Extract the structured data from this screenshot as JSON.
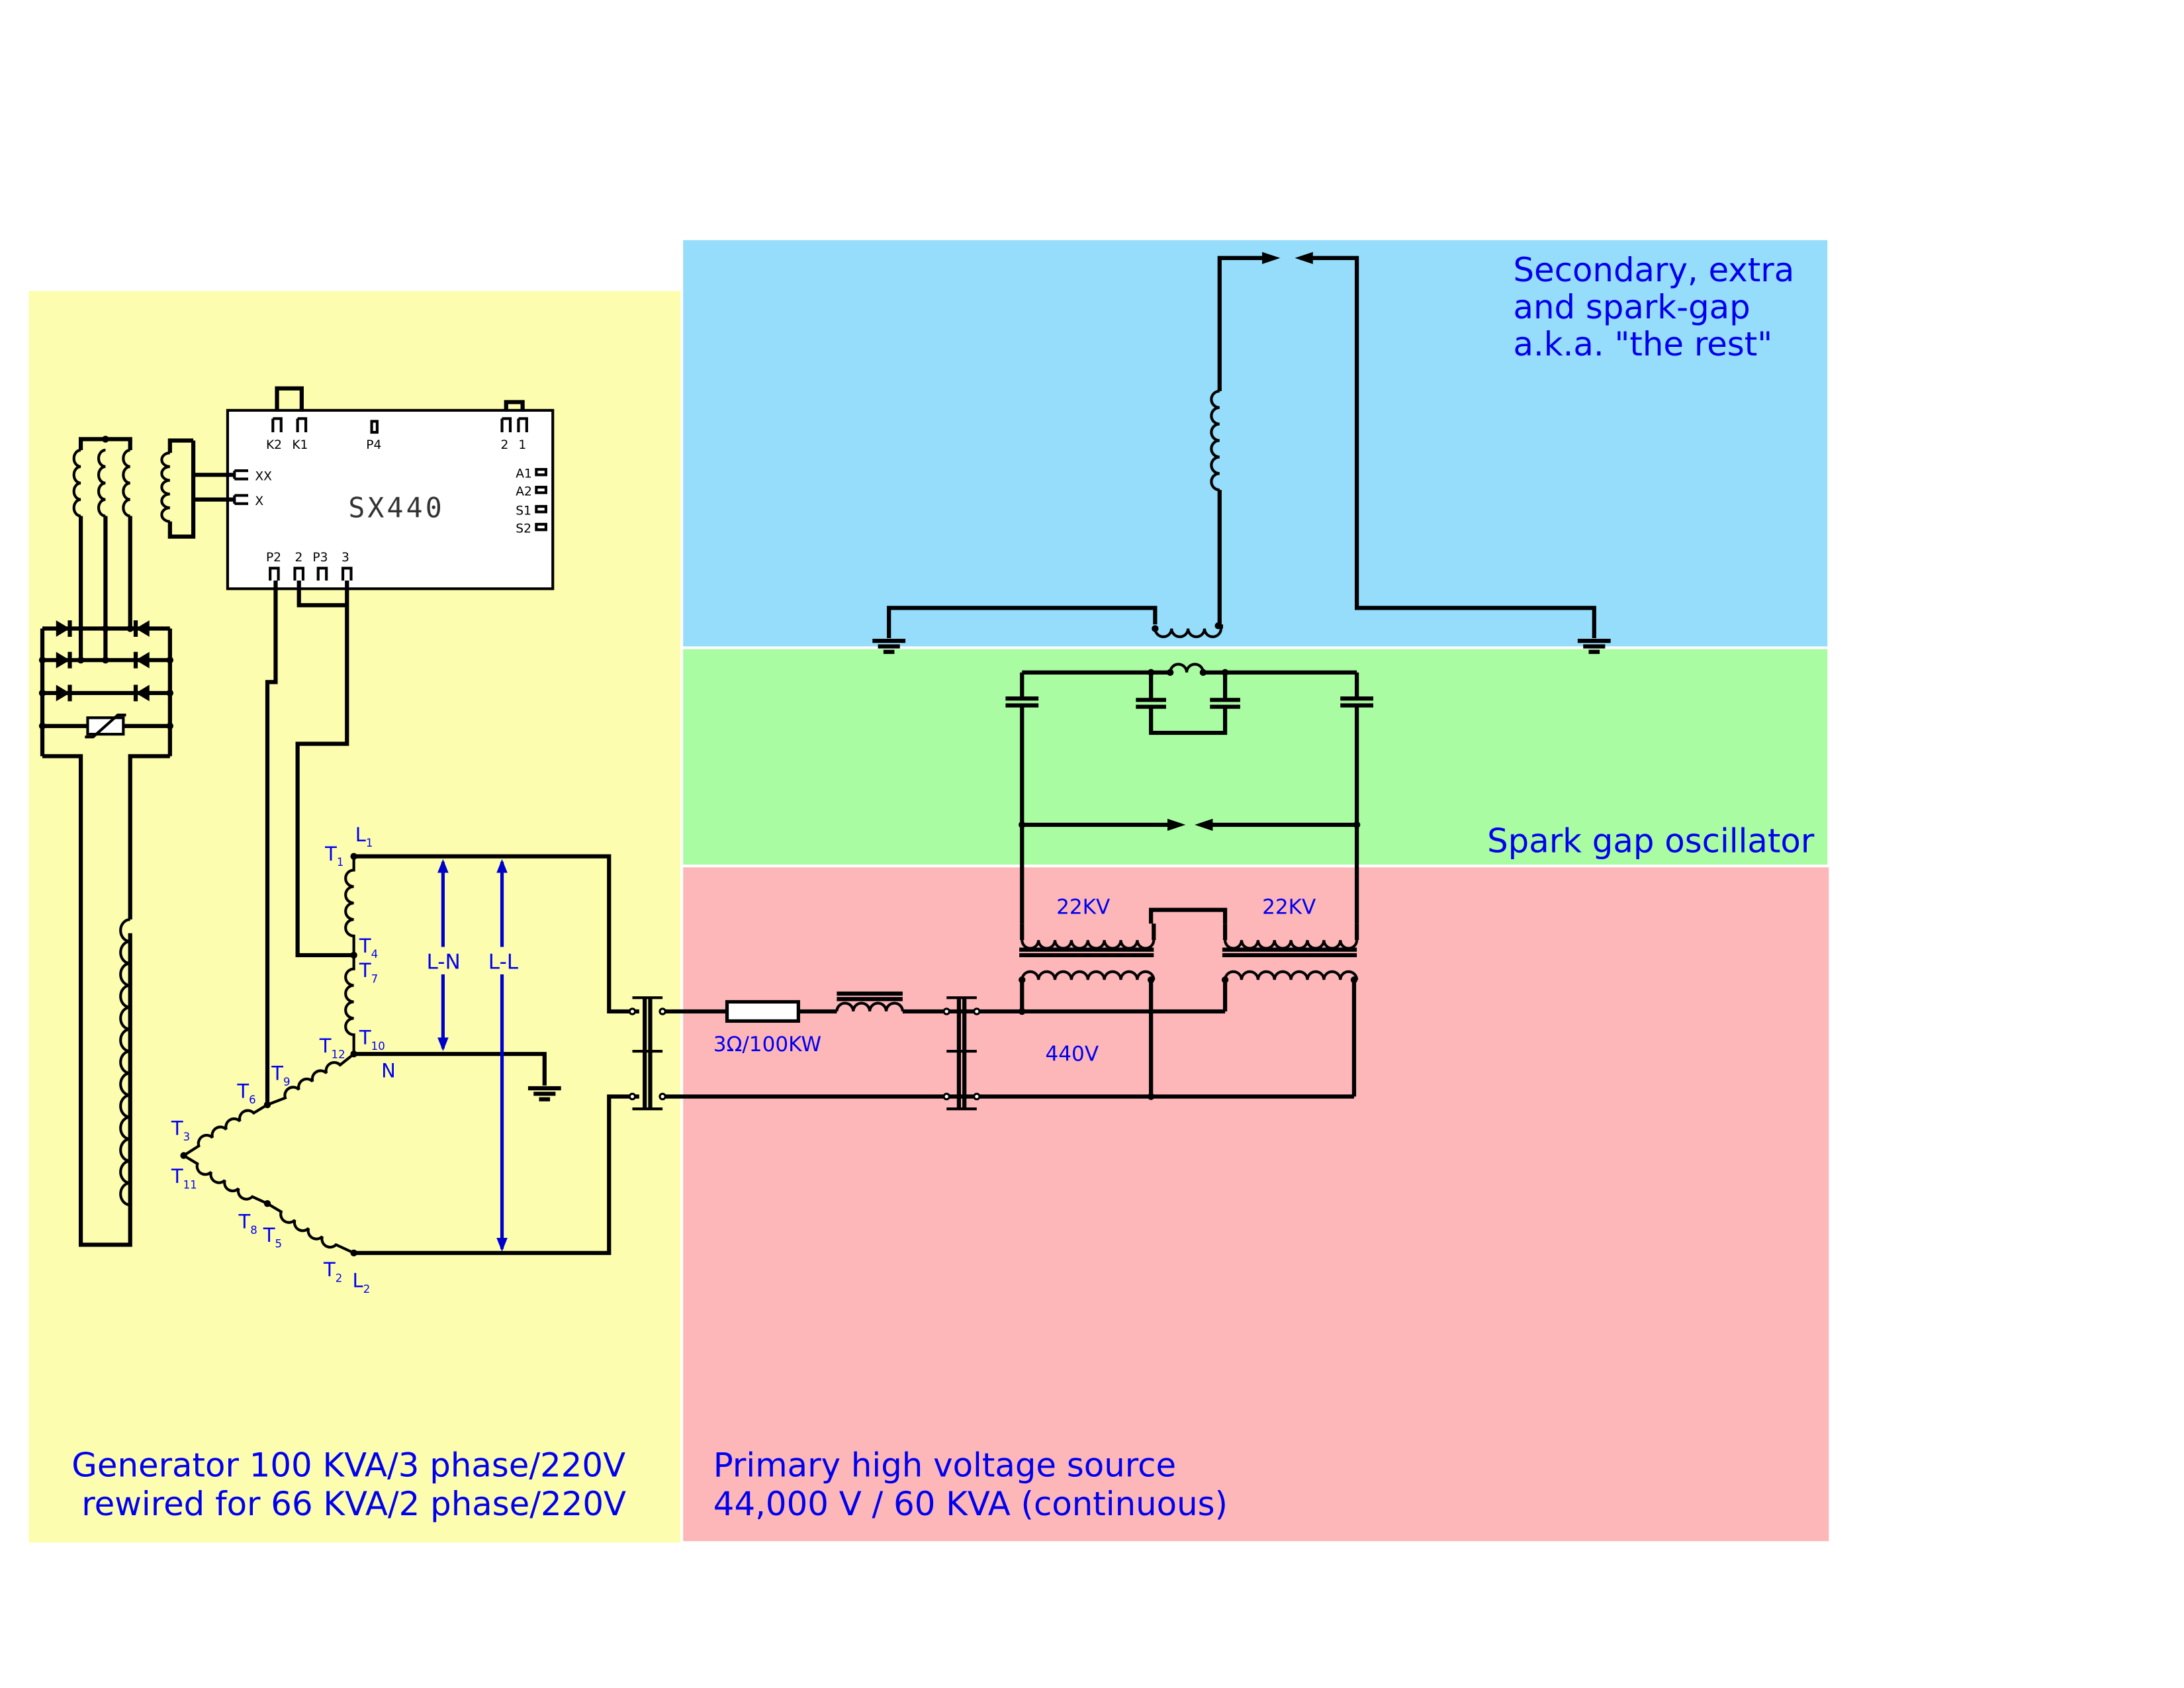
{
  "zones": {
    "secondary": {
      "lines": [
        "Secondary, extra",
        "and spark-gap",
        "a.k.a. \"the rest\""
      ],
      "color": "#96dcfb"
    },
    "spark_gap": {
      "label": "Spark gap oscillator",
      "color": "#aafca2"
    },
    "primary": {
      "lines": [
        "Primary high voltage source",
        "44,000 V / 60 KVA (continuous)"
      ],
      "color": "#fdb7b9"
    },
    "generator": {
      "lines": [
        "Generator 100 KVA/3 phase/220V",
        "rewired for 66 KVA/2 phase/220V"
      ],
      "color": "#fdfdb0"
    }
  },
  "regulator": {
    "name": "SX440",
    "top_pins": [
      "K2",
      "K1",
      "P4",
      "2",
      "1"
    ],
    "left_pins": [
      "XX",
      "X"
    ],
    "right_pins": [
      "A1",
      "A2",
      "S1",
      "S2"
    ],
    "bottom_pins": [
      "P2",
      "2",
      "P3",
      "3"
    ]
  },
  "generator_terminals": {
    "T1": [
      "T",
      "1"
    ],
    "L1": [
      "L",
      "1"
    ],
    "T4": [
      "T",
      "4"
    ],
    "T7": [
      "T",
      "7"
    ],
    "T10": [
      "T",
      "10"
    ],
    "T12": [
      "T",
      "12"
    ],
    "T9": [
      "T",
      "9"
    ],
    "T6": [
      "T",
      "6"
    ],
    "T3": [
      "T",
      "3"
    ],
    "T11": [
      "T",
      "11"
    ],
    "T8": [
      "T",
      "8"
    ],
    "T5": [
      "T",
      "5"
    ],
    "T2": [
      "T",
      "2"
    ],
    "L2": [
      "L",
      "2"
    ],
    "N": "N"
  },
  "measurements": {
    "ln": "L-N",
    "ll": "L-L"
  },
  "components": {
    "resistor": "3Ω/100KW",
    "transformer_primary_v": "440V",
    "transformer_a_v": "22KV",
    "transformer_b_v": "22KV"
  }
}
